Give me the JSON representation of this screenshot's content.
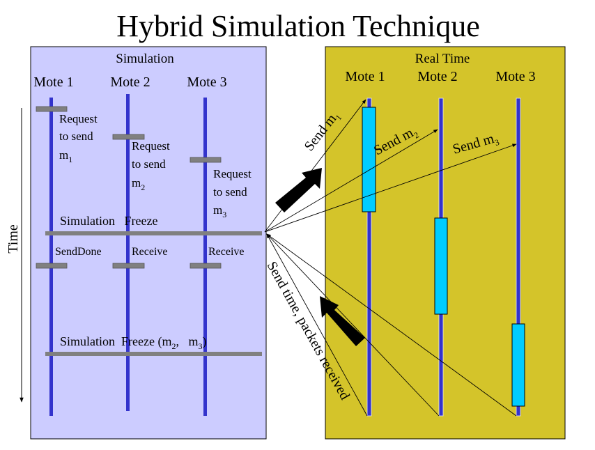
{
  "title": "Hybrid Simulation Technique",
  "simulation": {
    "heading": "Simulation",
    "motes": [
      "Mote 1",
      "Mote 2",
      "Mote 3"
    ],
    "requests": [
      {
        "l1": "Request",
        "l2": "to send",
        "l3": "m",
        "sub": "1"
      },
      {
        "l1": "Request",
        "l2": "to send",
        "l3": "m",
        "sub": "2"
      },
      {
        "l1": "Request",
        "l2": "to send",
        "l3": "m",
        "sub": "3"
      }
    ],
    "freeze1": "Simulation   Freeze",
    "events": [
      "SendDone",
      "Receive",
      "Receive"
    ],
    "freeze2": {
      "prefix": "Simulation  Freeze (m",
      "sub_a": "2",
      "mid": ",   m",
      "sub_b": "3",
      "suffix": ")"
    }
  },
  "time_label": "Time",
  "realtime": {
    "heading": "Real Time",
    "motes": [
      "Mote 1",
      "Mote 2",
      "Mote 3"
    ]
  },
  "sends": [
    {
      "text": "Send m",
      "sub": "1"
    },
    {
      "text": "Send m",
      "sub": "2"
    },
    {
      "text": "Send m",
      "sub": "3"
    }
  ],
  "return_label": "Send time, packets received",
  "colors": {
    "sim_panel": "#ccccff",
    "realtime_panel": "#d4c42a",
    "mote_line": "#3333cc",
    "active_block": "#00ccff",
    "event_bar": "#808080"
  }
}
